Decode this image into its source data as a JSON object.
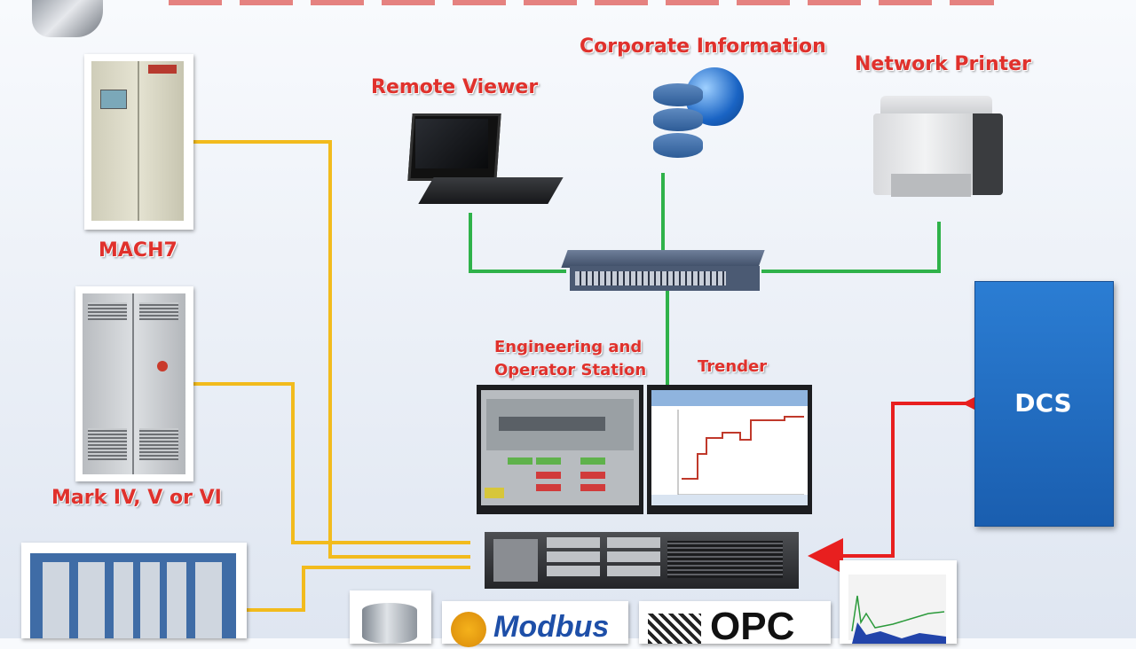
{
  "nodes": {
    "mach7": {
      "label": "MACH7"
    },
    "mark": {
      "label": "Mark IV, V or VI"
    },
    "remote_viewer": {
      "label": "Remote Viewer"
    },
    "corporate": {
      "label": "Corporate Information"
    },
    "printer": {
      "label": "Network Printer"
    },
    "engineering": {
      "label_line1": "Engineering and",
      "label_line2": "Operator Station"
    },
    "trender": {
      "label": "Trender"
    },
    "dcs": {
      "label": "DCS"
    }
  },
  "logos": {
    "modbus": "Modbus",
    "opc": "OPC"
  },
  "colors": {
    "serial_link": "#f2bb1d",
    "network_link": "#2fb24a",
    "dcs_link": "#e81f1f",
    "label_red": "#e0312c",
    "dcs_box": "#1f6fc6"
  }
}
